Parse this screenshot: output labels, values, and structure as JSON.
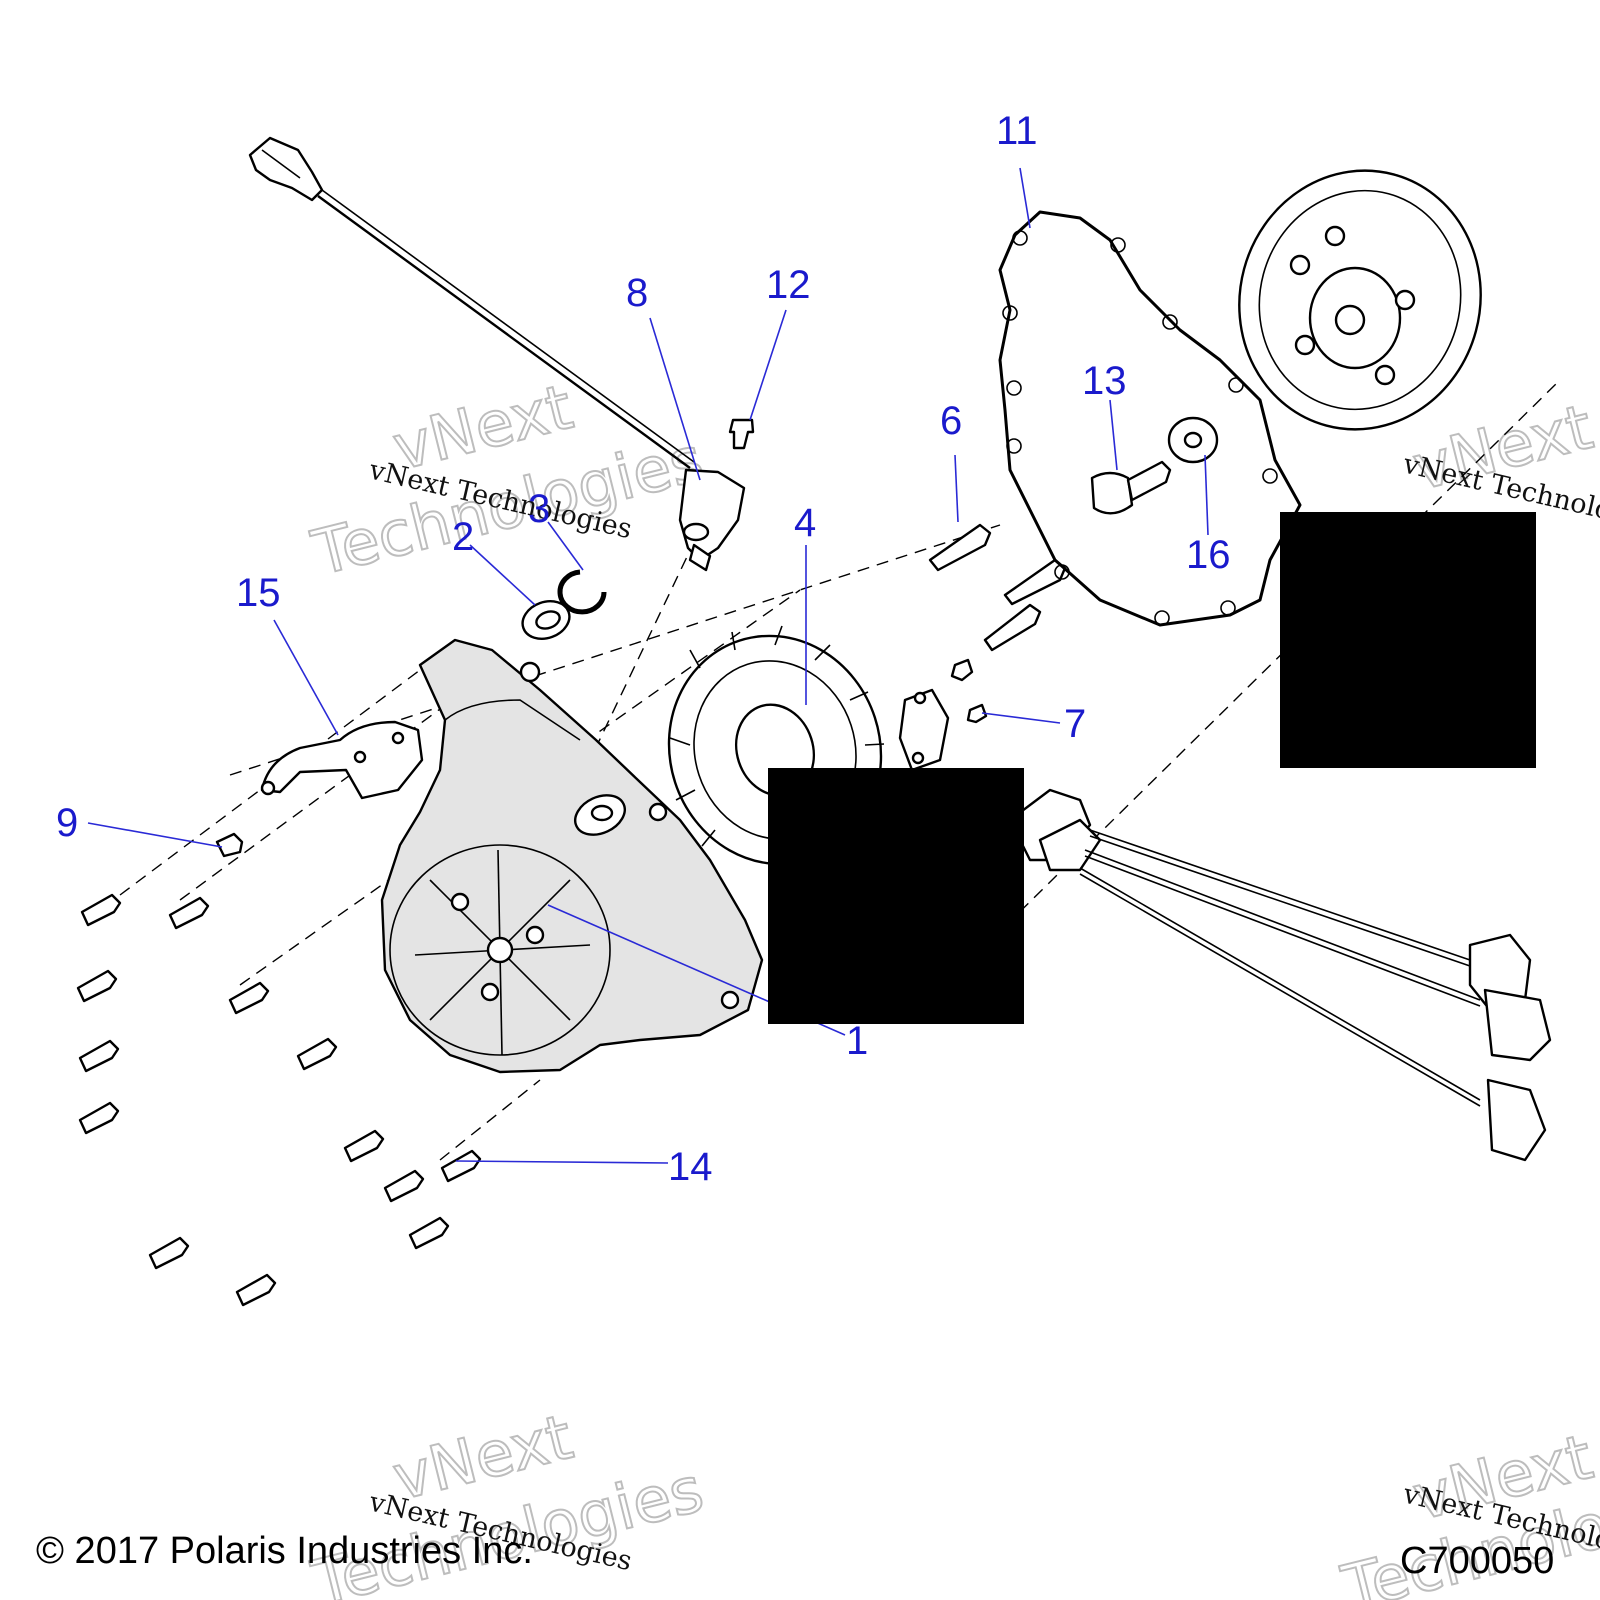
{
  "callouts": [
    {
      "id": "1",
      "label": "1"
    },
    {
      "id": "2",
      "label": "2"
    },
    {
      "id": "3",
      "label": "3"
    },
    {
      "id": "4",
      "label": "4"
    },
    {
      "id": "6",
      "label": "6"
    },
    {
      "id": "7",
      "label": "7"
    },
    {
      "id": "8",
      "label": "8"
    },
    {
      "id": "9",
      "label": "9"
    },
    {
      "id": "11",
      "label": "11"
    },
    {
      "id": "12",
      "label": "12"
    },
    {
      "id": "13",
      "label": "13"
    },
    {
      "id": "14",
      "label": "14"
    },
    {
      "id": "15",
      "label": "15"
    },
    {
      "id": "16",
      "label": "16"
    }
  ],
  "watermark": {
    "line": "vNext Technologies",
    "big_1": "vNext",
    "big_2": "Technologies"
  },
  "footer": {
    "copyright": "© 2017 Polaris Industries Inc.",
    "drawing_code": "C700050"
  },
  "colors": {
    "callout": "#1a1acc",
    "redaction": "#000000",
    "housing_fill": "#e4e4e4"
  }
}
